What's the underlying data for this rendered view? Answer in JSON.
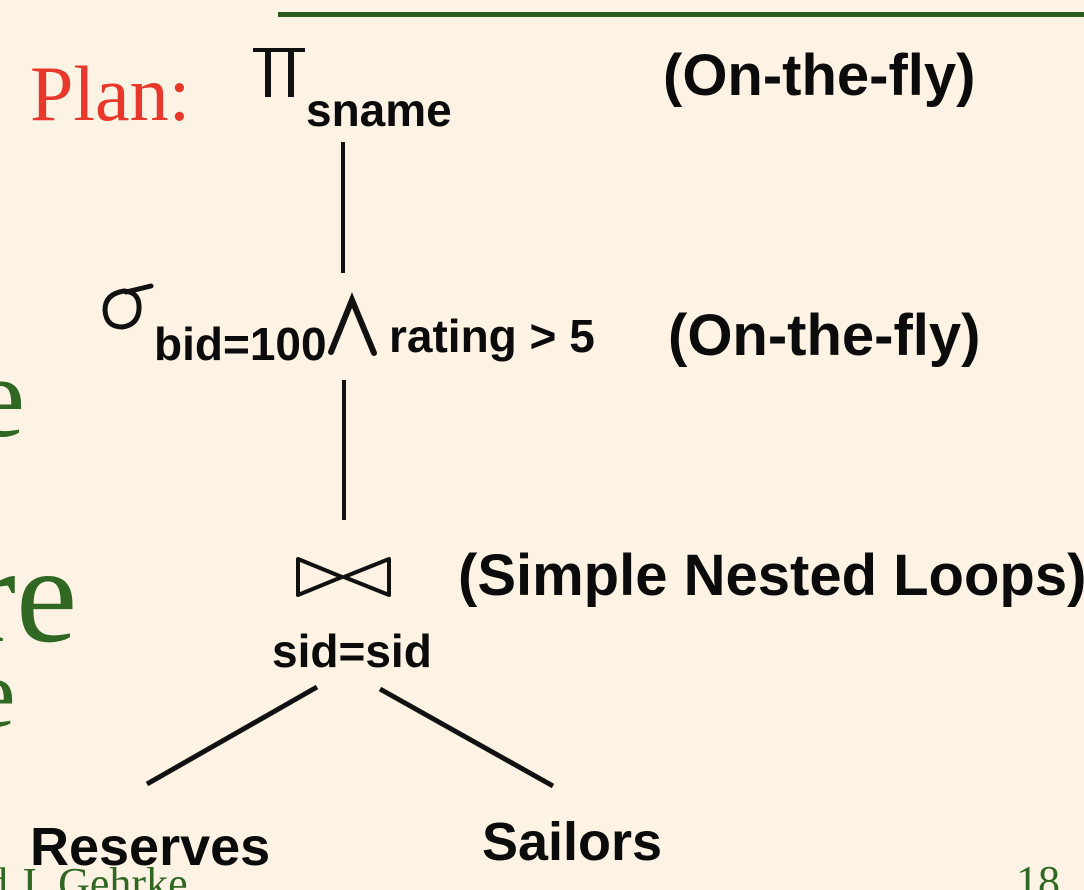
{
  "slide": {
    "plan_label": "Plan:",
    "page_number": "18",
    "footer_fragment": "d J. Gehrke",
    "left_edge_fragments": [
      "e",
      "ore",
      "e"
    ],
    "colors": {
      "background": "#FCF3E5",
      "rule_green": "#2D5A1E",
      "text_green": "#2F6723",
      "plan_red": "#E8382C",
      "diagram_black": "#111111"
    }
  },
  "plan_tree": {
    "root": {
      "operator_symbol": "∏",
      "operator_name": "projection",
      "subscript": "sname",
      "annotation": "(On-the-fly)"
    },
    "selection": {
      "operator_symbol": "σ",
      "operator_name": "selection",
      "subscript_left": "bid=100",
      "connective_symbol": "∧",
      "subscript_right": "rating > 5",
      "annotation": "(On-the-fly)"
    },
    "join": {
      "operator_symbol": "⋈",
      "operator_name": "join",
      "subscript": "sid=sid",
      "annotation": "(Simple Nested Loops)"
    },
    "leaves": [
      {
        "name": "Reserves"
      },
      {
        "name": "Sailors"
      }
    ]
  }
}
